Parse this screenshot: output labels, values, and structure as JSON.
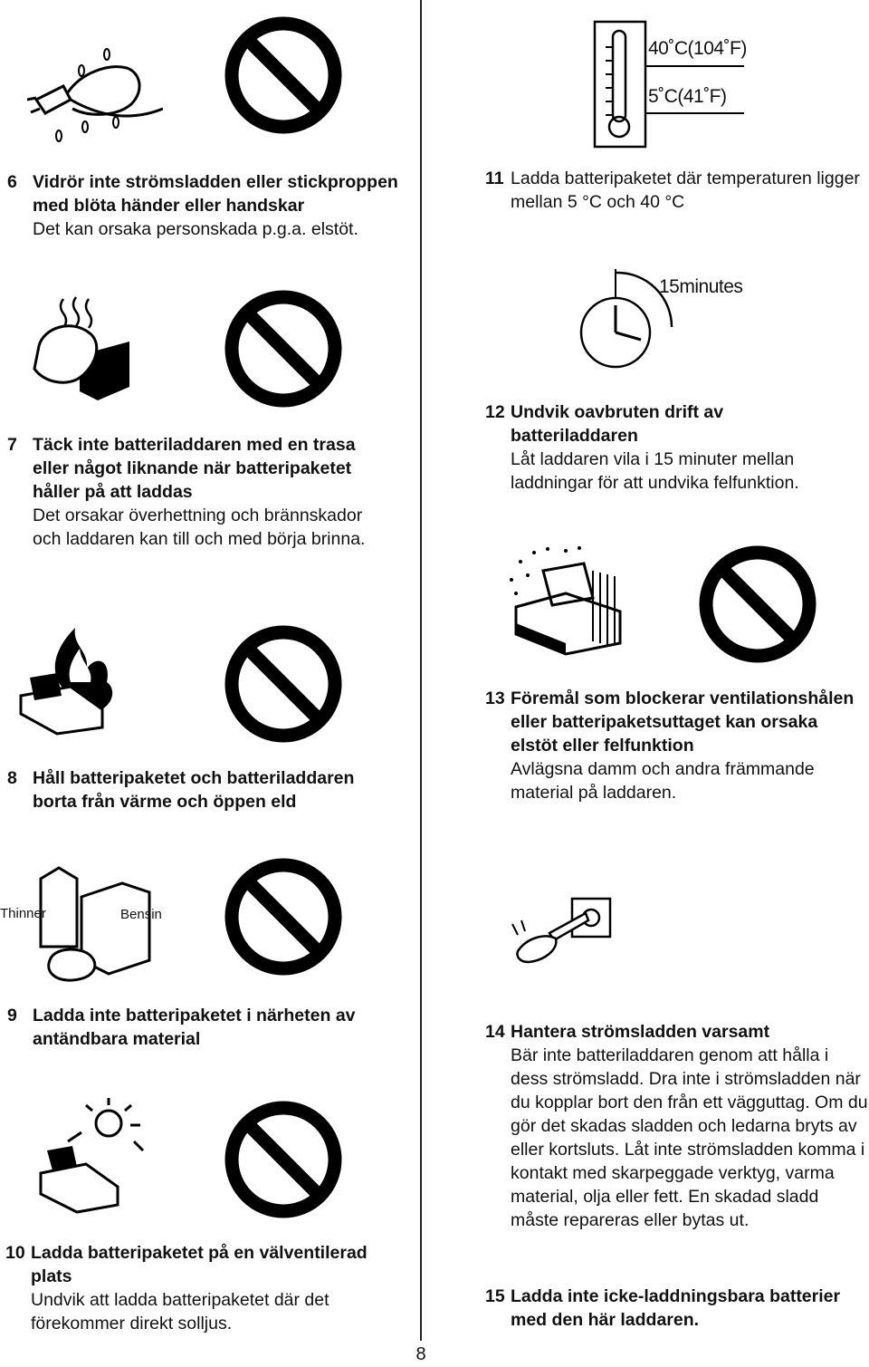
{
  "page_number": "8",
  "labels": {
    "temp_high": "40˚C(104˚F)",
    "temp_low": "5˚C(41˚F)",
    "clock": "15minutes",
    "thinner": "Thinner",
    "bensin": "Bensin"
  },
  "items": [
    {
      "num": "6",
      "bold": "Vidrör inte strömsladden eller stickproppen med blöta händer eller handskar",
      "text": "Det kan orsaka personskada p.g.a. elstöt."
    },
    {
      "num": "7",
      "bold": "Täck inte batteriladdaren med en trasa eller något liknande när batteripaketet håller på att laddas",
      "text": "Det orsakar överhettning och brännskador och laddaren kan till och med börja brinna."
    },
    {
      "num": "8",
      "bold": "Håll batteripaketet och batteriladdaren borta från värme och öppen eld",
      "text": ""
    },
    {
      "num": "9",
      "bold": "Ladda inte batteripaketet i närheten av antändbara material",
      "text": ""
    },
    {
      "num": "10",
      "bold": "Ladda batteripaketet på en välventilerad plats",
      "text": "Undvik att ladda batteripaketet där det förekommer direkt solljus."
    },
    {
      "num": "11",
      "bold": "",
      "text": "Ladda batteripaketet där temperaturen ligger mellan 5 °C och 40 °C"
    },
    {
      "num": "12",
      "bold": "Undvik oavbruten drift av batteriladdaren",
      "text": "Låt laddaren vila i 15 minuter mellan laddningar för att undvika felfunktion."
    },
    {
      "num": "13",
      "bold": "Föremål som blockerar ventilationshålen eller batteripaketsuttaget kan orsaka elstöt eller felfunktion",
      "text": "Avlägsna damm och andra främmande material på laddaren."
    },
    {
      "num": "14",
      "bold": "Hantera strömsladden varsamt",
      "text": "Bär inte batteriladdaren genom att hålla i dess strömsladd. Dra inte i strömsladden när du kopplar bort den från ett vägguttag. Om du gör det skadas sladden och ledarna bryts av eller kortsluts. Låt inte strömsladden komma i kontakt med skarpeggade verktyg, varma material, olja eller fett. En skadad sladd måste repareras eller bytas ut."
    },
    {
      "num": "15",
      "bold": "Ladda inte icke-laddningsbara batterier med den här laddaren.",
      "text": ""
    }
  ]
}
